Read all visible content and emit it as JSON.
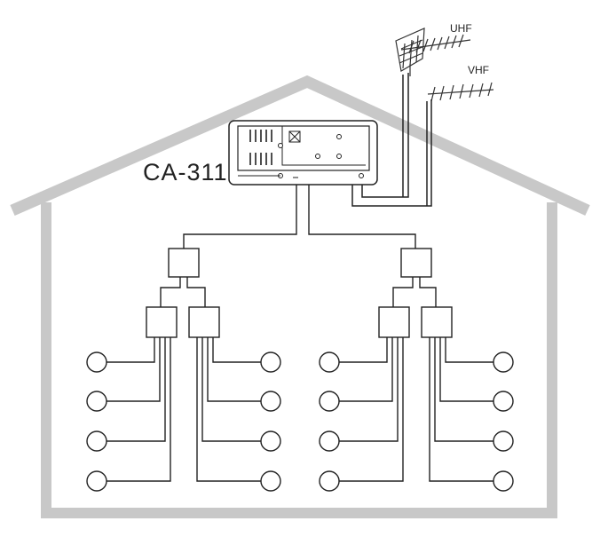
{
  "diagram": {
    "amplifier_label": "CA-311",
    "antenna_uhf_label": "UHF",
    "antenna_vhf_label": "VHF",
    "house_color": "#c8c8c8",
    "line_color": "#222222",
    "outlets_per_group": 4,
    "groups": [
      "left-outer",
      "left-inner",
      "right-inner",
      "right-outer"
    ]
  }
}
